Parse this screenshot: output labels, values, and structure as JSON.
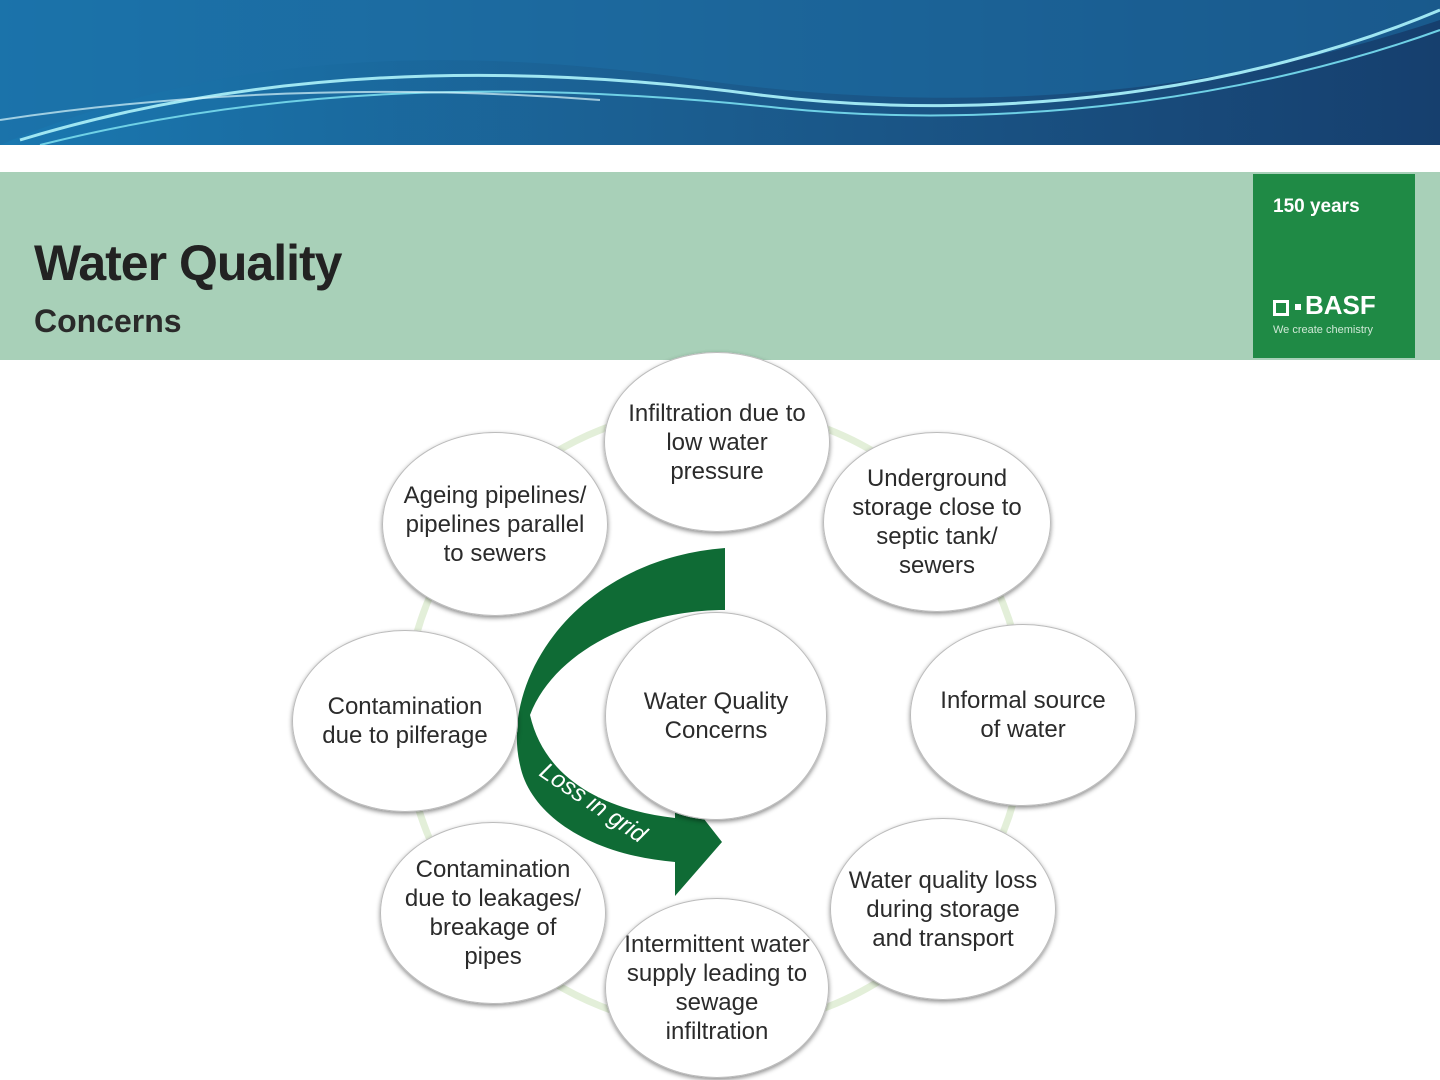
{
  "title": "Water Quality",
  "subtitle": "Concerns",
  "logo": {
    "years": "150 years",
    "brand": "BASF",
    "tagline": "We create chemistry"
  },
  "diagram": {
    "center": "Water Quality Concerns",
    "arrow_label": "Loss in grid",
    "nodes": [
      "Infiltration due to low water pressure",
      "Underground storage close to septic tank/ sewers",
      "Informal source of water",
      "Water quality loss during storage and transport",
      "Intermittent water supply leading to sewage infiltration",
      "Contamination due to leakages/ breakage of pipes",
      "Contamination due to pilferage",
      "Ageing pipelines/ pipelines parallel to sewers"
    ]
  },
  "colors": {
    "banner_blue": "#1a5a8a",
    "header_green": "#a8d0b8",
    "brand_green": "#1f8a45",
    "arrow_green": "#0f6b35"
  }
}
